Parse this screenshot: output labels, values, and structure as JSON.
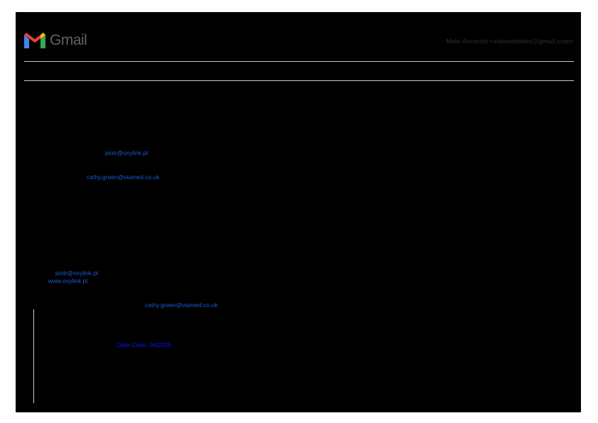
{
  "header": {
    "logo_text": "Gmail",
    "account": "Main Account <viamedinbox@gmail.com>"
  },
  "body": {
    "link1": "piotr@oxylink.pl",
    "link2": "cathy.green@viamed.co.uk",
    "link3": "piotr@oxylink.pl",
    "link4": "www.oxylink.pl",
    "link5": "cathy.green@viamed.co.uk",
    "date_code": "Date Code: 04/2025"
  }
}
